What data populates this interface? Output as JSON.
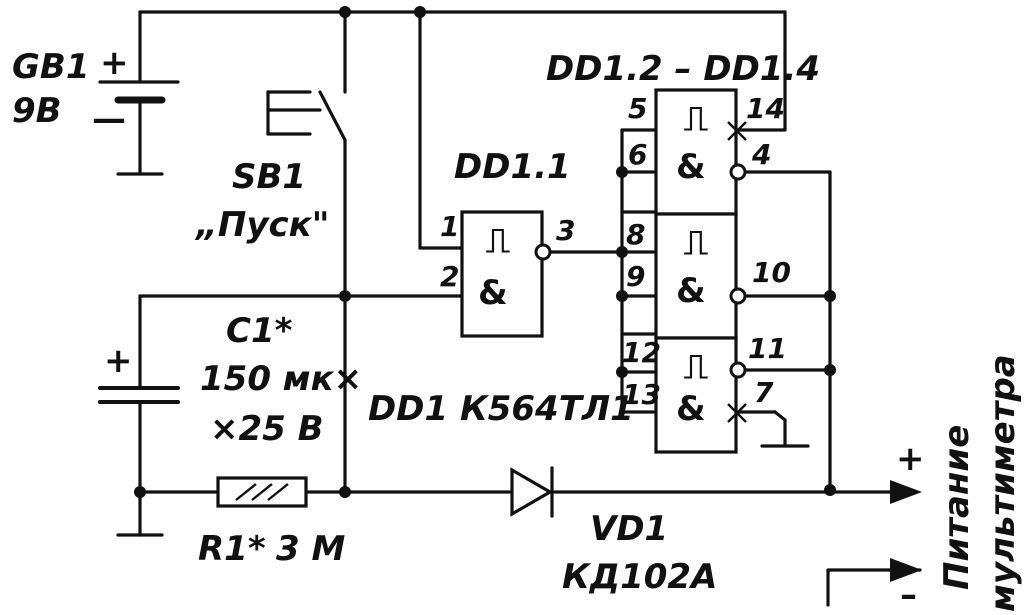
{
  "battery": {
    "ref": "GB1",
    "value": "9В",
    "plus": "+",
    "minus": "—"
  },
  "switch": {
    "ref": "SB1",
    "name": "„Пуск\""
  },
  "capacitor": {
    "ref": "C1*",
    "value_line1": "150 мк×",
    "value_line2": "×25 В",
    "plus": "+"
  },
  "resistor": {
    "ref": "R1*",
    "value": "3 М"
  },
  "diode": {
    "ref": "VD1",
    "type": "КД102А"
  },
  "gate1": {
    "ref": "DD1.1",
    "pins": {
      "in1": "1",
      "in2": "2",
      "out": "3"
    }
  },
  "gates234": {
    "ref": "DD1.2 – DD1.4",
    "pins": [
      "5",
      "6",
      "8",
      "9",
      "12",
      "13",
      "14",
      "4",
      "10",
      "11",
      "7"
    ]
  },
  "chip": {
    "ref": "DD1 К564ТЛ1"
  },
  "gate_symbols": {
    "schmitt": "⎍",
    "and": "&"
  },
  "output": {
    "label_line1": "Питание",
    "label_line2": "мультиметра",
    "plus": "+",
    "minus": "–"
  }
}
